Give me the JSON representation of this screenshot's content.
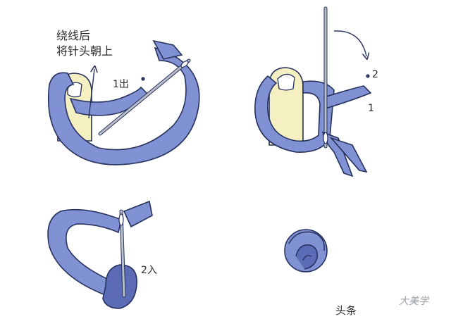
{
  "diagram": {
    "panel1": {
      "caption_line1": "绕线后",
      "caption_line2": "将针头朝上",
      "point_label": "1出"
    },
    "panel2": {
      "point_2": "2",
      "point_1": "1"
    },
    "panel3": {
      "point_label": "2入"
    }
  },
  "watermark": {
    "platform": "头条",
    "mark": "大美学"
  },
  "colors": {
    "ribbon": "#8092d4",
    "ribbon_dark": "#5b6bb5",
    "outline": "#26315e",
    "finger": "#f5f0c2",
    "needle": "#b9bfc9"
  }
}
